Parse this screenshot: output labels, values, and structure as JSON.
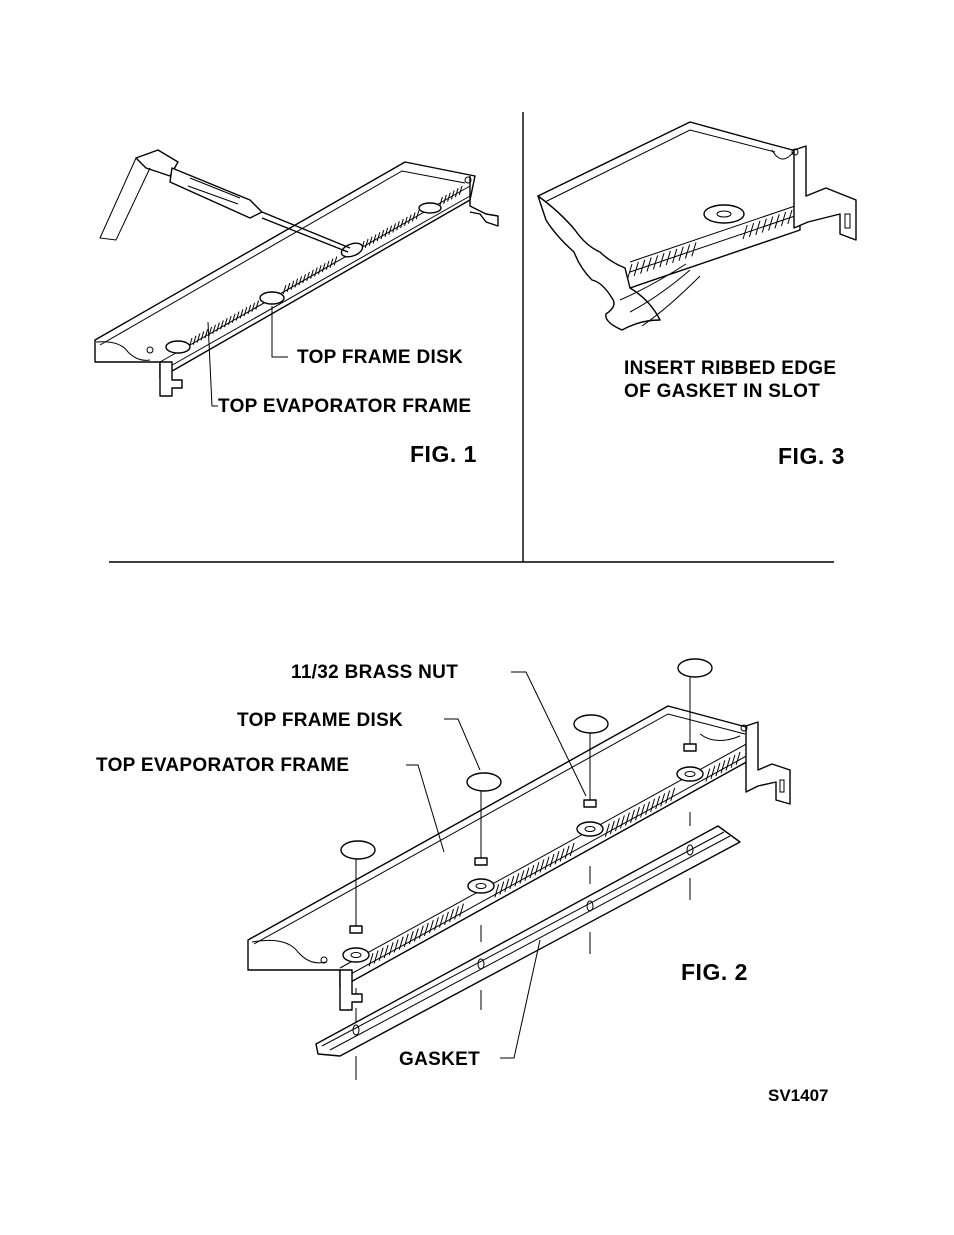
{
  "labels": {
    "fig1": {
      "top_frame_disk": "TOP FRAME DISK",
      "top_evaporator_frame": "TOP EVAPORATOR FRAME",
      "title": "FIG. 1"
    },
    "fig3": {
      "instruction_line1": "INSERT RIBBED EDGE",
      "instruction_line2": "OF GASKET IN SLOT",
      "title": "FIG. 3"
    },
    "fig2": {
      "brass_nut": "11/32 BRASS NUT",
      "top_frame_disk": "TOP FRAME DISK",
      "top_evaporator_frame": "TOP EVAPORATOR FRAME",
      "gasket": "GASKET",
      "title": "FIG. 2"
    },
    "reference": "SV1407"
  }
}
